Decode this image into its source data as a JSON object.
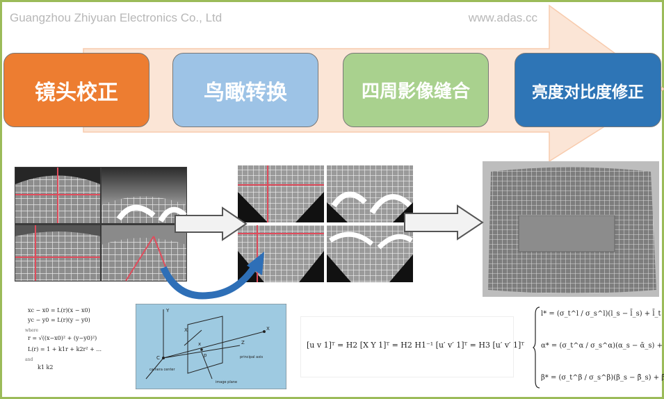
{
  "header": {
    "company": "Guangzhou Zhiyuan Electronics Co., Ltd",
    "website": "www.adas.cc"
  },
  "steps": [
    {
      "label": "镜头校正",
      "color": "#ed7d31"
    },
    {
      "label": "鸟瞰转换",
      "color": "#9dc3e6"
    },
    {
      "label": "四周影像缝合",
      "color": "#a9d18e"
    },
    {
      "label": "亮度对比度修正",
      "color": "#2e75b6"
    }
  ],
  "colors": {
    "arrow_fill": "#fbe5d6",
    "arrow_stroke": "#f8cbad",
    "frame": "#9bbb59"
  },
  "diagram": {
    "axes": [
      "Y",
      "X",
      "Z"
    ],
    "labels": [
      "camera center",
      "image plane",
      "principal axis"
    ],
    "points": [
      "C",
      "X",
      "x",
      "p"
    ]
  },
  "equations": {
    "distortion": [
      "xc − x0 = L(r)(x − x0)",
      "yc − y0 = L(r)(y − y0)",
      "where",
      "r = √((x−x0)² + (y−y0)²)",
      "L(r) = 1 + k1r + k2r² + ...",
      "and",
      "k1   k2"
    ],
    "homography": "[u v 1]ᵀ = H2 [X Y 1]ᵀ = H2 H1⁻¹ [u′ v′ 1]ᵀ = H3 [u′ v′ 1]ᵀ",
    "brightness": [
      "l* = (σ_t^l / σ_s^l)(l_s − l̄_s) + l̄_t",
      "α* = (σ_t^α / σ_s^α)(α_s − ᾱ_s) + ᾱ_t",
      "β* = (σ_t^β / σ_s^β)(β_s − β̄_s) + β̄_t"
    ]
  }
}
